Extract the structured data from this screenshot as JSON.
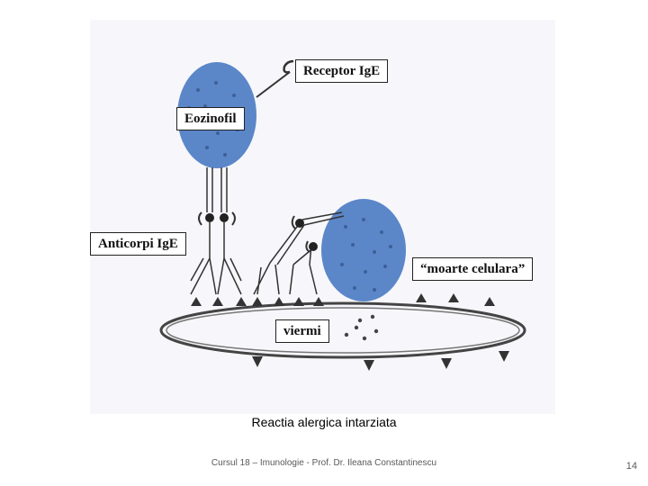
{
  "diagram": {
    "labels": {
      "receptor": "Receptor IgE",
      "eozinofil": "Eozinofil",
      "anticorpi": "Anticorpi IgE",
      "moarte": "“moarte celulara”",
      "viermi": "viermi"
    },
    "colors": {
      "cell": "#5b87c9",
      "cell_dot": "#3e5f96",
      "membrane": "#333333",
      "background": "#f7f7fb"
    }
  },
  "caption": "Reactia alergica intarziata",
  "footer": "Cursul 18 – Imunologie - Prof. Dr. Ileana Constantinescu",
  "page_number": "14"
}
